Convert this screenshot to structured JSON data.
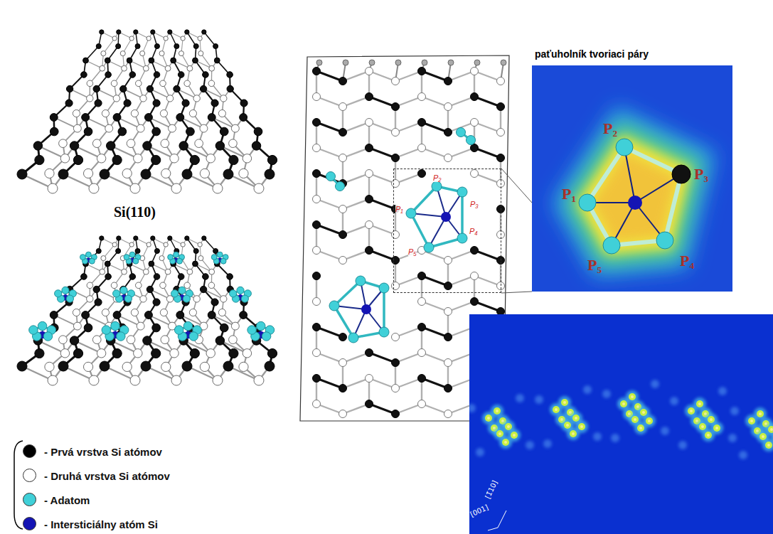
{
  "diagram": {
    "nodes": [
      {
        "text": [
          "P₁",
          "P₂",
          "P₃",
          "P₄",
          "P₅"
        ]
      },
      {
        "text": [
          "paťuholník tvoriaci páry",
          "P₂",
          "P₁",
          "P₃",
          "P₅",
          "P₄"
        ]
      },
      {
        "text": [
          "[1̄10]",
          "[001]"
        ]
      }
    ],
    "edges": [
      {
        "from": 0,
        "to": 1,
        "arrow": "none"
      },
      {
        "from": 0,
        "to": 1,
        "arrow": "none"
      }
    ],
    "labels": [
      "Si(110)"
    ],
    "legend": [
      {
        "text": "- Prvá vrstva Si atómov",
        "color": "#000000"
      },
      {
        "text": "- Druhá vrstva Si atómov",
        "color": "#ffffff"
      },
      {
        "text": "- Adatom",
        "color": "#40d0d8"
      },
      {
        "text": "- Intersticiálny atóm Si",
        "color": "#1414b4"
      }
    ]
  }
}
